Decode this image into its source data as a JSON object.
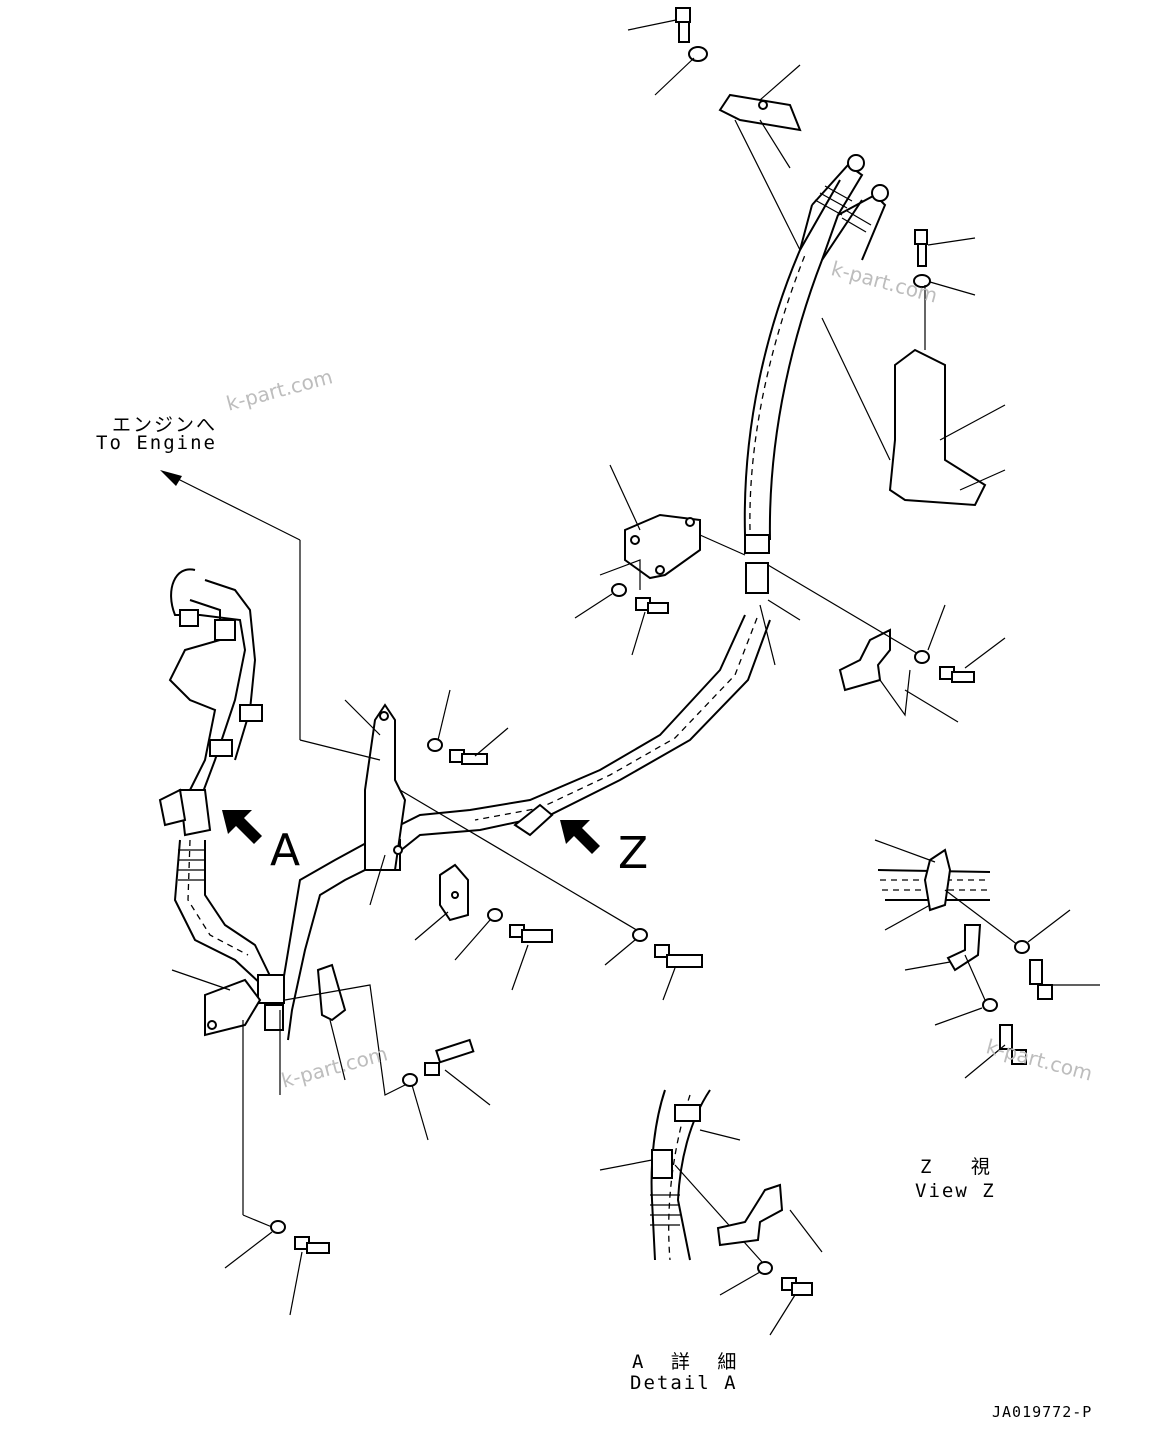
{
  "labels": {
    "to_engine_jp": "エンジンへ",
    "to_engine_en": "To Engine",
    "arrow_a": "A",
    "arrow_z": "Z",
    "view_z_jp": "Z 視",
    "view_z_en": "View Z",
    "detail_a_jp": "A 詳 細",
    "detail_a_en": "Detail A",
    "drawing_no": "JA019772-P"
  },
  "watermarks": [
    "k-part.com",
    "k-part.com",
    "k-part.com",
    "k-part.com"
  ],
  "colors": {
    "line": "#000000",
    "watermark": "#bdbdbd",
    "background": "#ffffff"
  }
}
